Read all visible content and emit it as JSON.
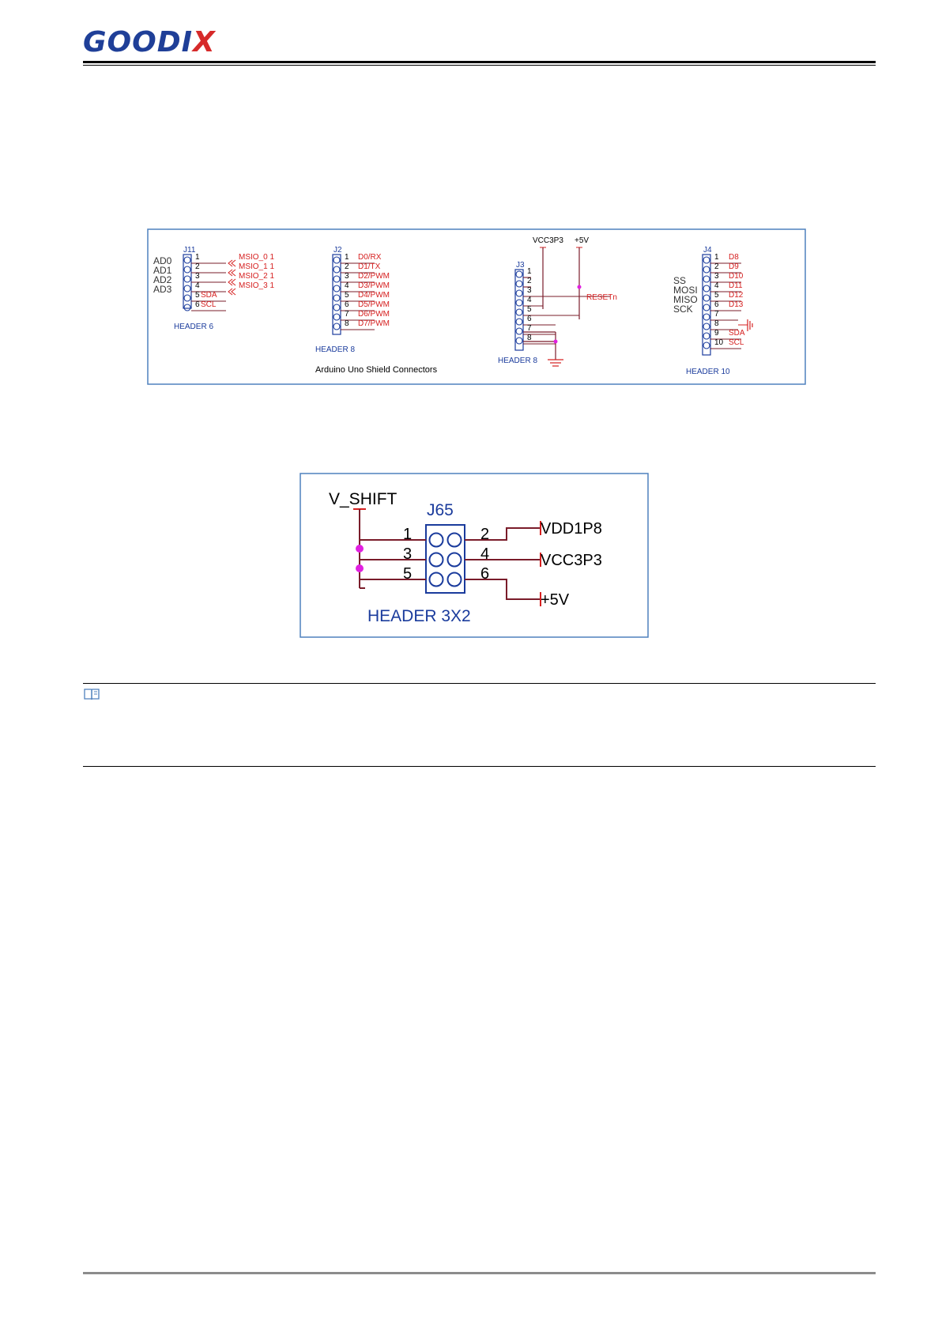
{
  "header": {
    "logo_text": "GOODIX",
    "logo_prefix": "GOO",
    "logo_mid": "DI",
    "logo_suffix": "X"
  },
  "figure1": {
    "caption": "Arduino Uno Shield Connectors",
    "j11": {
      "ref": "J11",
      "type": "HEADER 6",
      "left_labels": [
        "AD0",
        "AD1",
        "AD2",
        "AD3"
      ],
      "pins": [
        "1",
        "2",
        "3",
        "4",
        "5",
        "6"
      ],
      "nets": [
        "MSIO_0 1",
        "MSIO_1 1",
        "MSIO_2 1",
        "MSIO_3 1",
        "SDA",
        "SCL"
      ]
    },
    "j2": {
      "ref": "J2",
      "type": "HEADER 8",
      "pins": [
        "1",
        "2",
        "3",
        "4",
        "5",
        "6",
        "7",
        "8"
      ],
      "nets": [
        "D0/RX",
        "D1/TX",
        "D2/PWM",
        "D3/PWM",
        "D4/PWM",
        "D5/PWM",
        "D6/PWM",
        "D7/PWM"
      ]
    },
    "j3": {
      "ref": "J3",
      "type": "HEADER 8",
      "pins": [
        "1",
        "2",
        "3",
        "4",
        "5",
        "6",
        "7",
        "8"
      ],
      "power_labels": [
        "VCC3P3",
        "+5V"
      ],
      "net_reset": "RESETn"
    },
    "j4": {
      "ref": "J4",
      "type": "HEADER 10",
      "left_labels": [
        "SS",
        "MOSI",
        "MISO",
        "SCK"
      ],
      "pins": [
        "1",
        "2",
        "3",
        "4",
        "5",
        "6",
        "7",
        "8",
        "9",
        "10"
      ],
      "nets": [
        "D8",
        "D9",
        "D10",
        "D11",
        "D12",
        "D13",
        "",
        "",
        "SDA",
        "SCL"
      ]
    }
  },
  "figure2": {
    "ref": "J65",
    "type": "HEADER 3X2",
    "input_label": "V_SHIFT",
    "left_pins": [
      "1",
      "3",
      "5"
    ],
    "right_pins": [
      "2",
      "4",
      "6"
    ],
    "outputs": [
      "VDD1P8",
      "VCC3P3",
      "+5V"
    ]
  },
  "colors": {
    "blue": "#1a3b9c",
    "red": "#d62020",
    "dark_red": "#7a1c2a",
    "magenta": "#e020e0",
    "frame": "#4f81bd"
  },
  "icons": {
    "note": "book-icon"
  }
}
